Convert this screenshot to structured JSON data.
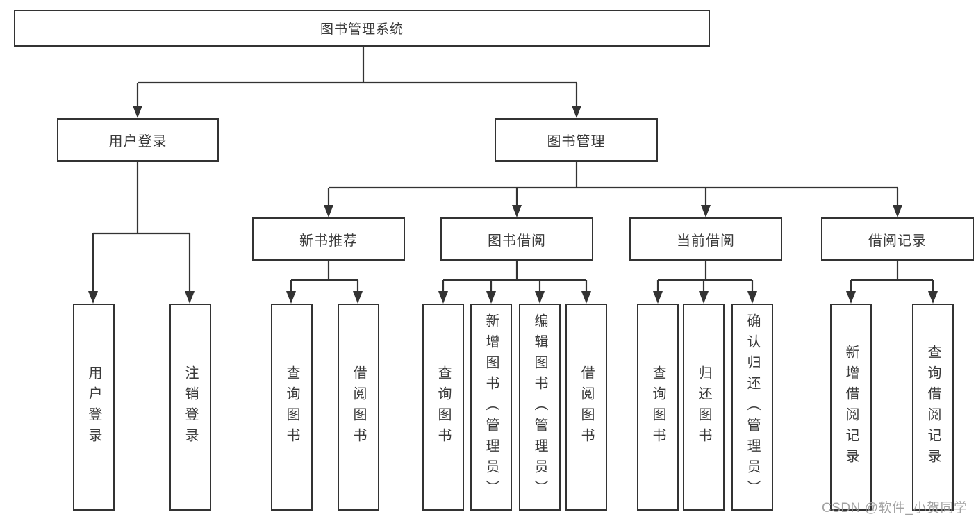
{
  "tree": {
    "root": {
      "label": "图书管理系统"
    },
    "branches": [
      {
        "label": "用户登录",
        "leaves": [
          {
            "label": "用户登录"
          },
          {
            "label": "注销登录"
          }
        ]
      },
      {
        "label": "图书管理",
        "groups": [
          {
            "label": "新书推荐",
            "leaves": [
              {
                "label": "查询图书"
              },
              {
                "label": "借阅图书"
              }
            ]
          },
          {
            "label": "图书借阅",
            "leaves": [
              {
                "label": "查询图书"
              },
              {
                "label": "新增图书（管理员）"
              },
              {
                "label": "编辑图书（管理员）"
              },
              {
                "label": "借阅图书"
              }
            ]
          },
          {
            "label": "当前借阅",
            "leaves": [
              {
                "label": "查询图书"
              },
              {
                "label": "归还图书"
              },
              {
                "label": "确认归还（管理员）"
              }
            ]
          },
          {
            "label": "借阅记录",
            "leaves": [
              {
                "label": "新增借阅记录"
              },
              {
                "label": "查询借阅记录"
              }
            ]
          }
        ]
      }
    ]
  },
  "watermark": {
    "text": "CSDN @软件_小贺同学"
  },
  "colors": {
    "line": "#333333",
    "text": "#3a3a3a",
    "background": "#ffffff",
    "watermark": "#9b9b9b"
  }
}
